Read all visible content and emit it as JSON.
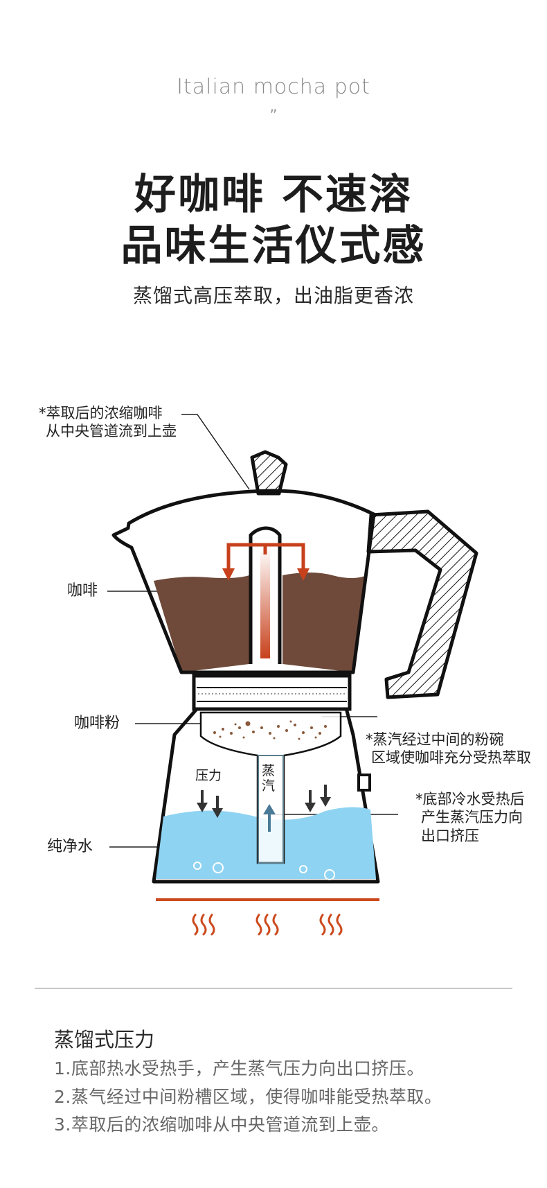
{
  "header": {
    "eyebrow": "Italian mocha pot",
    "quote_mark": "”",
    "title_line1": "好咖啡 不速溶",
    "title_line2": "品味生活仪式感",
    "subtitle": "蒸馏式高压萃取，出油脂更香浓"
  },
  "diagram": {
    "annotations": {
      "extraction": [
        "*萃取后的浓缩咖啡",
        "从中央管道流到上壶"
      ],
      "coffee": "咖啡",
      "coffee_powder": "咖啡粉",
      "steam_through": [
        "*蒸汽经过中间的粉碗",
        "区域使咖啡充分受热萃取"
      ],
      "pressure": "压力",
      "steam": [
        "蒸",
        "汽"
      ],
      "bottom_water": [
        "*底部冷水受热后",
        "产生蒸汽压力向",
        "出口挤压"
      ],
      "pure_water": "纯净水"
    },
    "colors": {
      "outline": "#111111",
      "coffee": "#6f4a3a",
      "water": "#8fd3f2",
      "arrow_red": "#c7411c",
      "arrow_dark": "#333333",
      "heat": "#cc4a1e"
    }
  },
  "steps": {
    "title": "蒸馏式压力",
    "items": [
      "1.底部热水受热手，产生蒸气压力向出口挤压。",
      "2.蒸气经过中间粉槽区域，使得咖啡能受热萃取。",
      "3.萃取后的浓缩咖啡从中央管道流到上壶。"
    ]
  }
}
